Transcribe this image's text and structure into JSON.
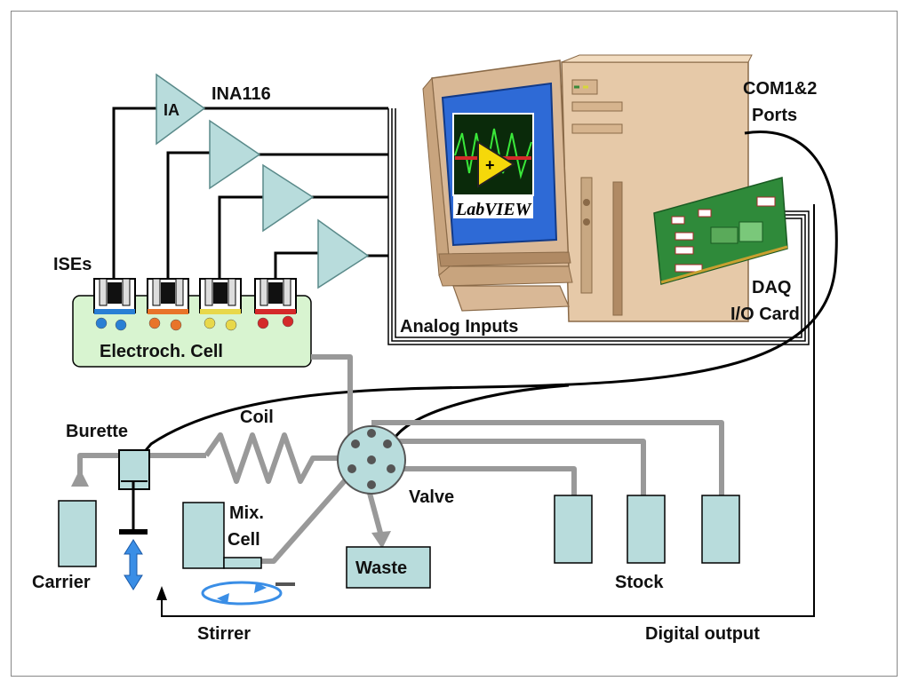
{
  "labels": {
    "ia": "IA",
    "ina": "INA116",
    "ises": "ISEs",
    "cell": "Electroch. Cell",
    "analog": "Analog Inputs",
    "com": "COM1&2",
    "ports": "Ports",
    "daq": "DAQ",
    "io": "I/O Card",
    "burette": "Burette",
    "coil": "Coil",
    "mix": "Mix.",
    "mixcell": "Cell",
    "valve": "Valve",
    "waste": "Waste",
    "stock": "Stock",
    "carrier": "Carrier",
    "stirrer": "Stirrer",
    "digital": "Digital output",
    "labview": "LabVIEW"
  },
  "colors": {
    "light_blue_fill": "#b8dcdc",
    "cell_fill": "#d8f4d0",
    "tube_gray": "#999999",
    "wire_black": "#000000",
    "computer_beige": "#e6c9a8",
    "screen_blue": "#2e6ad6",
    "pcb_green": "#2f8a3a",
    "arrow_blue": "#3a8ee6"
  },
  "electrode_dot_colors": [
    "#2a7fd4",
    "#e8742a",
    "#e8d84a",
    "#d42a2a"
  ]
}
